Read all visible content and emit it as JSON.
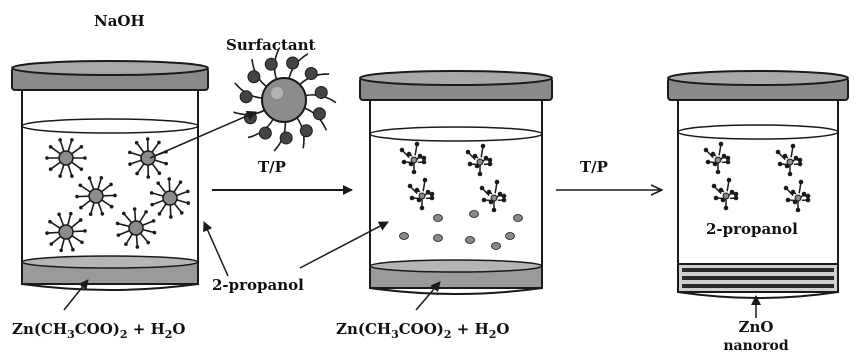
{
  "labels": {
    "naoh": "NaOH",
    "surfactant": "Surfactant",
    "tp_1": "T/P",
    "tp_2": "T/P",
    "propanol_center": "2-propanol",
    "propanol_right": "2-propanol",
    "reagent_left_main": "Zn(CH",
    "reagent_left_sub1": "3",
    "reagent_left_mid": "COO)",
    "reagent_left_sub2": "2",
    "reagent_left_tail": " + H",
    "reagent_left_sub3": "2",
    "reagent_left_end": "O",
    "reagent_mid_main": "Zn(CH",
    "reagent_mid_sub1": "3",
    "reagent_mid_mid": "COO)",
    "reagent_mid_sub2": "2",
    "reagent_mid_tail": " + H",
    "reagent_mid_sub3": "2",
    "reagent_mid_end": "O",
    "product_line1": "ZnO",
    "product_line2": "nanorod"
  },
  "colors": {
    "outline": "#1a1a1a",
    "lid": "#8a8a8a",
    "base": "#9a9a9a",
    "micelle_core": "#8c8c8c",
    "nanorod_band": "#2a2a2a"
  }
}
